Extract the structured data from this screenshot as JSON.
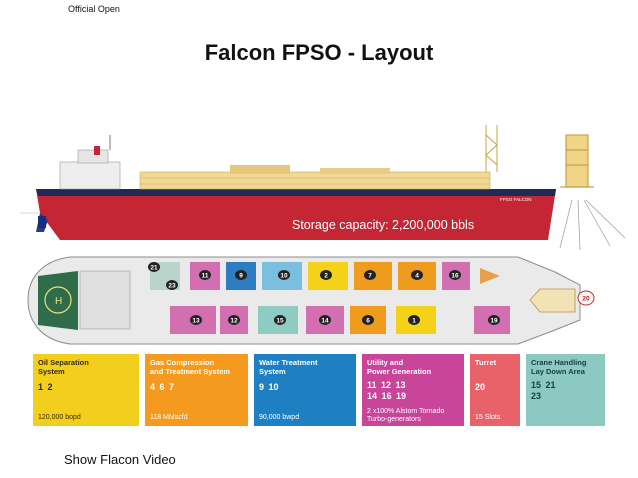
{
  "header": {
    "classification": "Official Open",
    "title": "Falcon FPSO - Layout"
  },
  "ship": {
    "name_plate": "FPSO FALCON",
    "storage_text": "Storage capacity: 2,200,000 bbls"
  },
  "plan_labels": [
    "21",
    "11",
    "9",
    "10",
    "2",
    "7",
    "4",
    "16",
    "23",
    "20",
    "13",
    "12",
    "15",
    "14",
    "6",
    "1",
    "19"
  ],
  "legend": [
    {
      "title_l1": "Oil Separation",
      "title_l2": "System",
      "numbers": "1    2",
      "capacity": "120,000 bopd",
      "capacity2": "",
      "color": "#f2cf1d"
    },
    {
      "title_l1": "Gas Compression",
      "title_l2": "and Treatment System",
      "numbers": "4    6    7",
      "capacity": "118 MMscfd",
      "capacity2": "",
      "color": "#f39a1f"
    },
    {
      "title_l1": "Water Treatment",
      "title_l2": "System",
      "numbers": "9    10",
      "capacity": "90,000 bwpd",
      "capacity2": "",
      "color": "#1f7fc3"
    },
    {
      "title_l1": "Utility and",
      "title_l2": "Power Generation",
      "numbers": "11    12    13",
      "numbers2": "14    16    19",
      "capacity": "2 x100% Alstom Tornado",
      "capacity2": "Turbo-generators",
      "color": "#c8459a"
    },
    {
      "title_l1": "Turret",
      "title_l2": "",
      "numbers": "20",
      "capacity": "15 Slots",
      "capacity2": "",
      "color": "#e8626a"
    },
    {
      "title_l1": "Crane Handling",
      "title_l2": "Lay Down Area",
      "numbers": "15    21",
      "numbers2": "23",
      "capacity": "",
      "capacity2": "",
      "color": "#8cc9c2"
    }
  ],
  "footer": {
    "link": "Show Flacon Video"
  }
}
